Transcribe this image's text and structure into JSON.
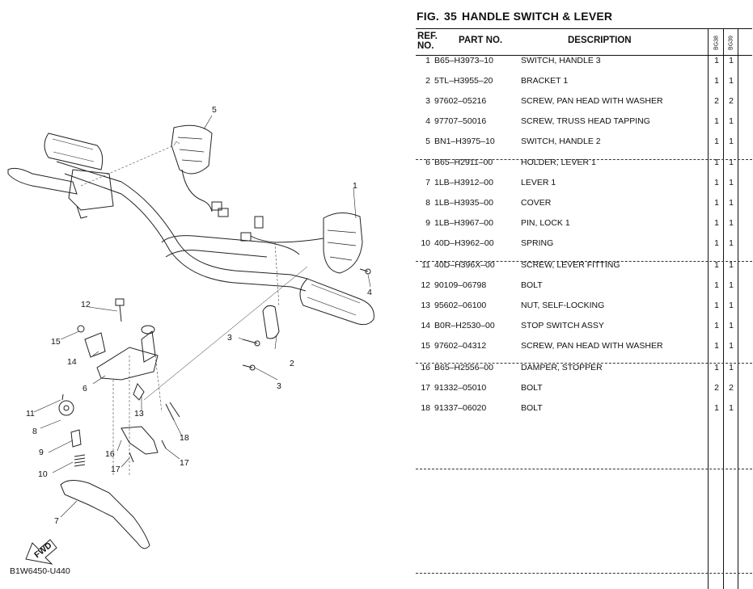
{
  "figure": {
    "label": "FIG.",
    "number": "35",
    "title": "HANDLE SWITCH & LEVER"
  },
  "header": {
    "ref_line1": "REF.",
    "ref_line2": "NO.",
    "part_no": "PART NO.",
    "description": "DESCRIPTION",
    "model1": "BG38",
    "model2": "BG39"
  },
  "rows": [
    {
      "no": "1",
      "part": "B65–H3973–10",
      "desc": "SWITCH, HANDLE 3",
      "q1": "1",
      "q2": "1"
    },
    {
      "no": "2",
      "part": "5TL–H3955–20",
      "desc": "BRACKET 1",
      "q1": "1",
      "q2": "1"
    },
    {
      "no": "3",
      "part": "97602–05216",
      "desc": "SCREW, PAN HEAD WITH WASHER",
      "q1": "2",
      "q2": "2"
    },
    {
      "no": "4",
      "part": "97707–50016",
      "desc": "SCREW, TRUSS HEAD TAPPING",
      "q1": "1",
      "q2": "1"
    },
    {
      "no": "5",
      "part": "BN1–H3975–10",
      "desc": "SWITCH, HANDLE 2",
      "q1": "1",
      "q2": "1"
    },
    {
      "no": "6",
      "part": "B65–H2911–00",
      "desc": "HOLDER, LEVER 1",
      "q1": "1",
      "q2": "1"
    },
    {
      "no": "7",
      "part": "1LB–H3912–00",
      "desc": "LEVER 1",
      "q1": "1",
      "q2": "1"
    },
    {
      "no": "8",
      "part": "1LB–H3935–00",
      "desc": "COVER",
      "q1": "1",
      "q2": "1"
    },
    {
      "no": "9",
      "part": "1LB–H3967–00",
      "desc": "PIN, LOCK 1",
      "q1": "1",
      "q2": "1"
    },
    {
      "no": "10",
      "part": "40D–H3962–00",
      "desc": "SPRING",
      "q1": "1",
      "q2": "1"
    },
    {
      "no": "11",
      "part": "40D–H396X–00",
      "desc": "SCREW, LEVER FITTING",
      "q1": "1",
      "q2": "1"
    },
    {
      "no": "12",
      "part": "90109–06798",
      "desc": "BOLT",
      "q1": "1",
      "q2": "1"
    },
    {
      "no": "13",
      "part": "95602–06100",
      "desc": "NUT, SELF-LOCKING",
      "q1": "1",
      "q2": "1"
    },
    {
      "no": "14",
      "part": "B0R–H2530–00",
      "desc": "STOP SWITCH ASSY",
      "q1": "1",
      "q2": "1"
    },
    {
      "no": "15",
      "part": "97602–04312",
      "desc": "SCREW, PAN HEAD WITH WASHER",
      "q1": "1",
      "q2": "1"
    },
    {
      "no": "16",
      "part": "B65–H2556–00",
      "desc": "DAMPER, STOPPER",
      "q1": "1",
      "q2": "1"
    },
    {
      "no": "17",
      "part": "91332–05010",
      "desc": "BOLT",
      "q1": "2",
      "q2": "2"
    },
    {
      "no": "18",
      "part": "91337–06020",
      "desc": "BOLT",
      "q1": "1",
      "q2": "1"
    }
  ],
  "diagram": {
    "callouts": [
      "1",
      "2",
      "3",
      "3",
      "4",
      "5",
      "6",
      "7",
      "8",
      "9",
      "10",
      "11",
      "12",
      "13",
      "14",
      "15",
      "16",
      "17",
      "17",
      "18"
    ],
    "fwd_label": "FWD",
    "code": "B1W6450-U440"
  }
}
